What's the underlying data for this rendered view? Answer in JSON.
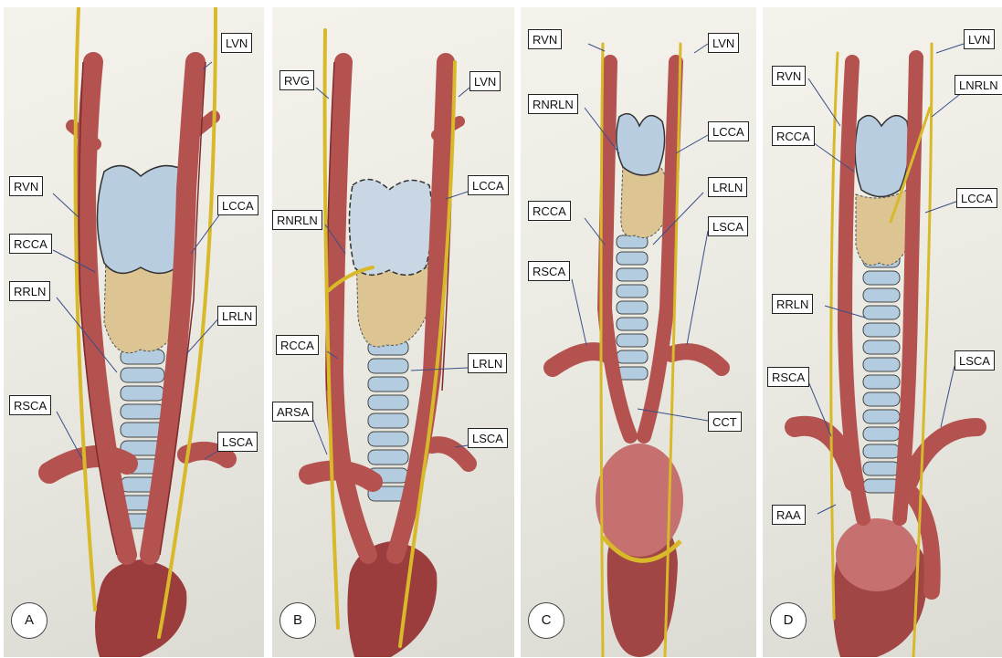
{
  "panels": {
    "a": {
      "letter": "A",
      "labels": {
        "lvn": "LVN",
        "rvn": "RVN",
        "lcca": "LCCA",
        "rcca": "RCCA",
        "rrln": "RRLN",
        "lrln": "LRLN",
        "rsca": "RSCA",
        "lsca": "LSCA"
      }
    },
    "b": {
      "letter": "B",
      "labels": {
        "rvg": "RVG",
        "lvn": "LVN",
        "lcca": "LCCA",
        "rnrln": "RNRLN",
        "rcca": "RCCA",
        "lrln": "LRLN",
        "arsa": "ARSA",
        "lsca": "LSCA"
      }
    },
    "c": {
      "letter": "C",
      "labels": {
        "rvn": "RVN",
        "lvn": "LVN",
        "rnrln": "RNRLN",
        "lcca": "LCCA",
        "lrln": "LRLN",
        "rcca": "RCCA",
        "lsca": "LSCA",
        "rsca": "RSCA",
        "cct": "CCT"
      }
    },
    "d": {
      "letter": "D",
      "labels": {
        "lvn": "LVN",
        "rvn": "RVN",
        "lnrln": "LNRLN",
        "rcca": "RCCA",
        "lcca": "LCCA",
        "rrln": "RRLN",
        "lsca": "LSCA",
        "rsca": "RSCA",
        "raa": "RAA"
      }
    }
  },
  "colors": {
    "artery": "#b3524f",
    "artery_dark": "#7e2b2c",
    "nerve": "#d8b92a",
    "thyroid": "#b8cde0",
    "parathyroid": "#dcc592",
    "trachea": "#a8c3dc"
  }
}
